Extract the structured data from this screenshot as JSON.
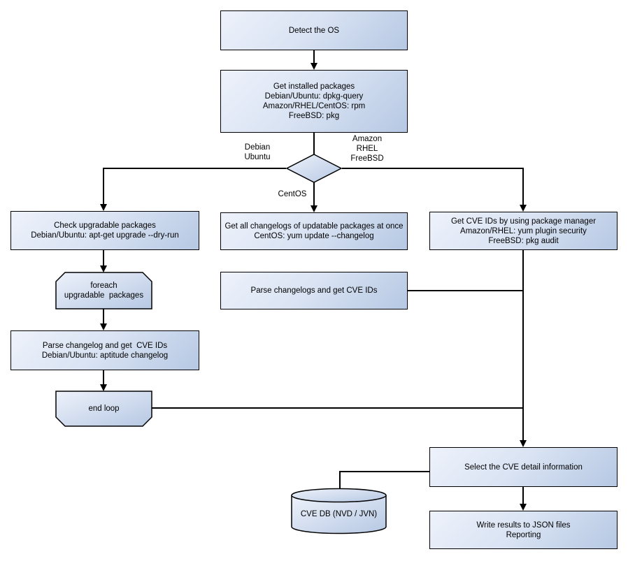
{
  "diagram": {
    "type": "flowchart",
    "colors": {
      "background": "#ffffff",
      "node_fill_light": "#eef2fb",
      "node_fill_dark": "#b6c8e3",
      "node_border": "#000000",
      "connector": "#000000",
      "text": "#000000"
    },
    "nodes": {
      "detect_os": "Detect the OS",
      "get_installed": "Get installed packages\nDebian/Ubuntu: dpkg-query\nAmazon/RHEL/CentOS: rpm\nFreeBSD: pkg",
      "check_upgradable": "Check upgradable packages\nDebian/Ubuntu: apt-get upgrade --dry-run",
      "foreach_loop": "foreach\nupgradable  packages",
      "parse_changelog": "Parse changelog and get  CVE IDs\nDebian/Ubuntu: aptitude changelog",
      "end_loop": "end loop",
      "get_changelogs": "Get all changelogs of updatable packages at once\nCentOS: yum update --changelog",
      "parse_changelogs": "Parse changelogs and get CVE IDs",
      "get_cve_ids": "Get CVE IDs by using package manager\nAmazon/RHEL: yum plugin security\nFreeBSD: pkg audit",
      "select_cve": "Select the CVE detail information",
      "write_results": "Write results to JSON files\nReporting",
      "cve_db": "CVE DB (NVD / JVN)"
    },
    "edge_labels": {
      "left_branch": "Debian\nUbuntu",
      "right_branch": "Amazon\nRHEL\nFreeBSD",
      "down_branch": "CentOS"
    }
  }
}
